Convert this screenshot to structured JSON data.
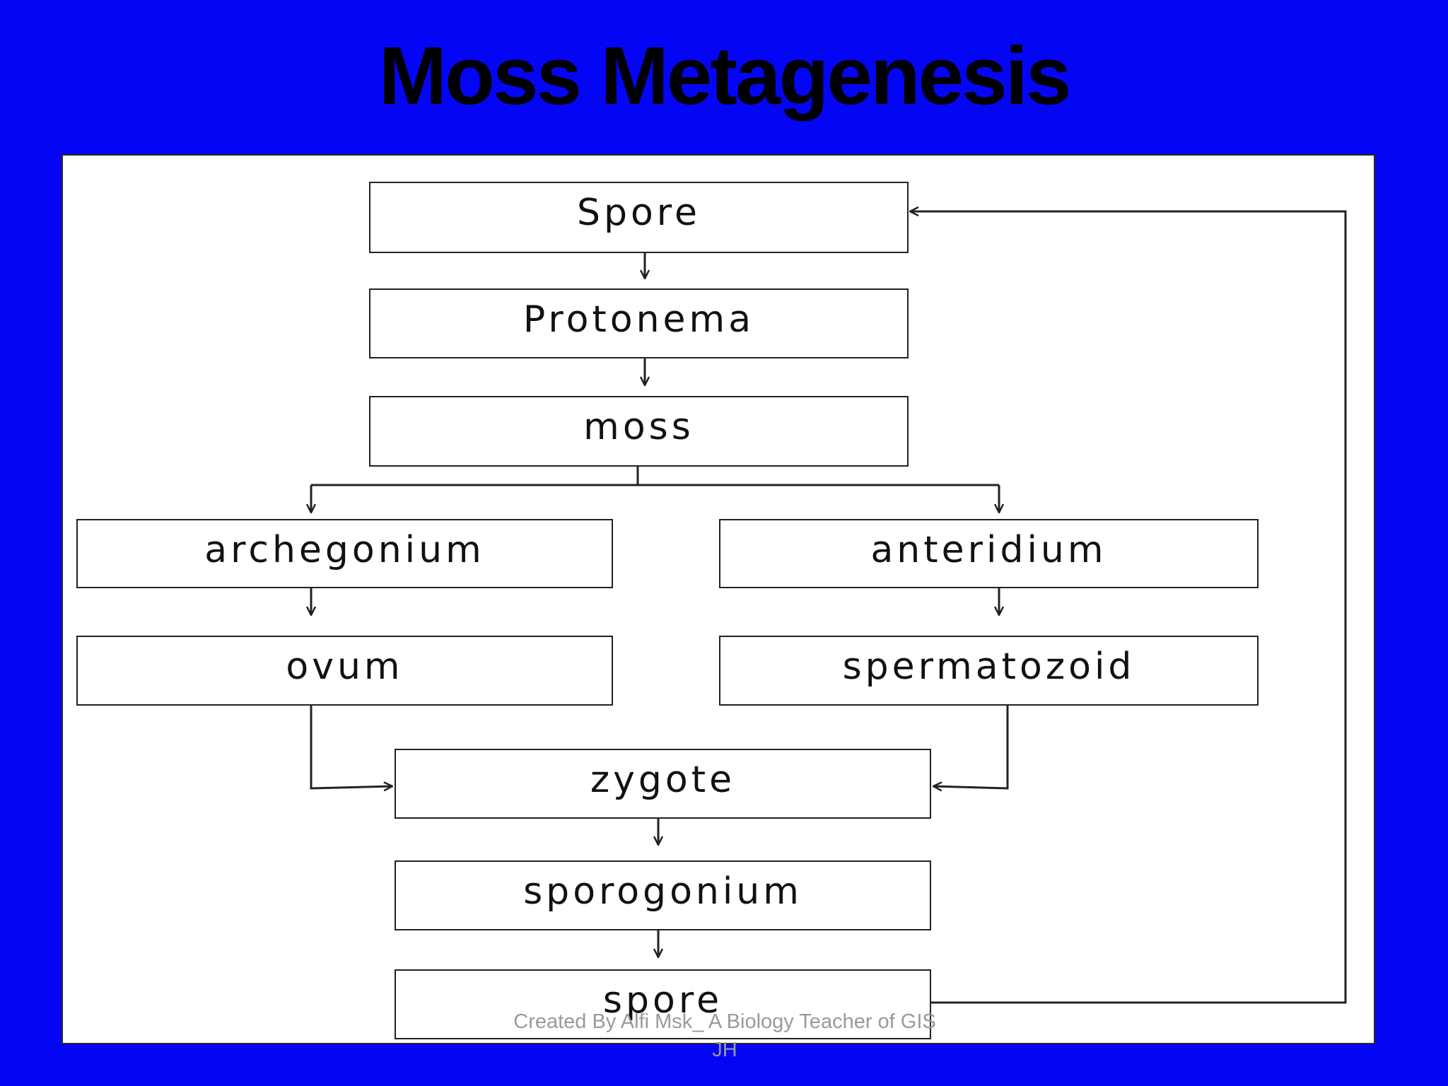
{
  "slide": {
    "title": "Moss Metagenesis"
  },
  "diagram": {
    "nodes": {
      "spore_top": "Spore",
      "protonema": "Protonema",
      "moss": "moss",
      "archegonium": "archegonium",
      "anteridium": "anteridium",
      "ovum": "ovum",
      "spermatozoid": "spermatozoid",
      "zygote": "zygote",
      "sporogonium": "sporogonium",
      "spore_bottom": "spore"
    },
    "edges": [
      [
        "spore_top",
        "protonema"
      ],
      [
        "protonema",
        "moss"
      ],
      [
        "moss",
        "archegonium"
      ],
      [
        "moss",
        "anteridium"
      ],
      [
        "archegonium",
        "ovum"
      ],
      [
        "anteridium",
        "spermatozoid"
      ],
      [
        "ovum",
        "zygote"
      ],
      [
        "spermatozoid",
        "zygote"
      ],
      [
        "zygote",
        "sporogonium"
      ],
      [
        "sporogonium",
        "spore_bottom"
      ],
      [
        "spore_bottom",
        "spore_top"
      ]
    ]
  },
  "footer": {
    "credit": "Created By Alfi Msk_ A Biology Teacher of GIS JH"
  },
  "colors": {
    "background": "#0505f5",
    "panel": "#ffffff",
    "line": "#222222",
    "credit": "#9a9a9a"
  }
}
